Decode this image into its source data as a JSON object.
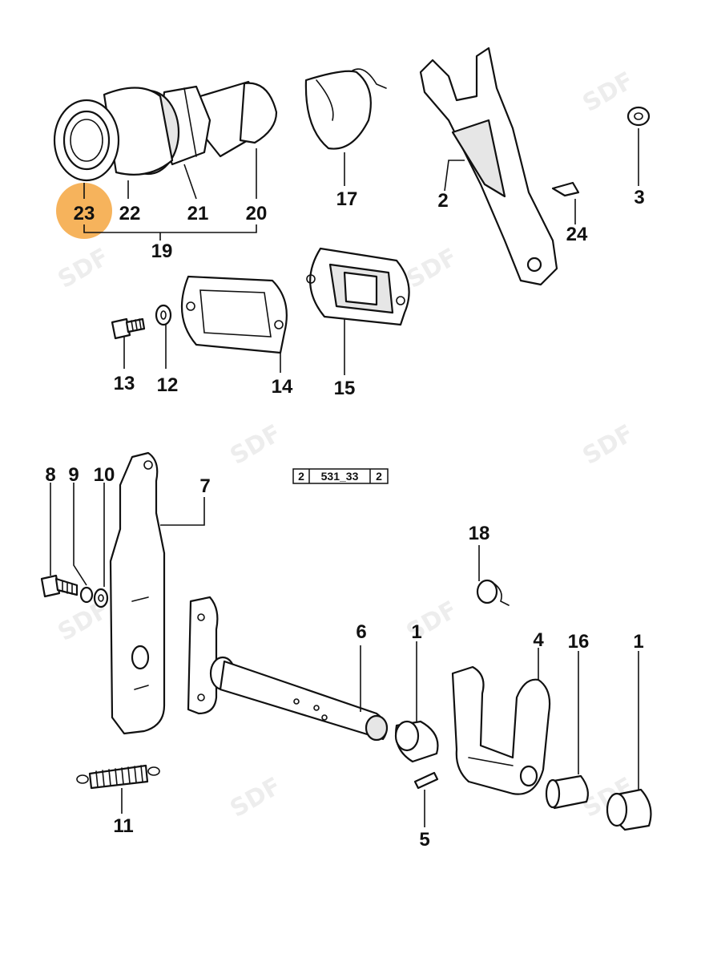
{
  "highlight_color": "#f4a640",
  "line_color": "#111111",
  "watermark": "SDF",
  "diagram_code": {
    "part1": "2",
    "part2": "531_33",
    "part3": "2"
  },
  "labels": {
    "p23": "23",
    "p22": "22",
    "p21": "21",
    "p20": "20",
    "p19": "19",
    "p17": "17",
    "p2": "2",
    "p24": "24",
    "p3": "3",
    "p13": "13",
    "p12": "12",
    "p14": "14",
    "p15": "15",
    "p8": "8",
    "p9": "9",
    "p10": "10",
    "p7": "7",
    "p18": "18",
    "p6": "6",
    "p1a": "1",
    "p4": "4",
    "p16": "16",
    "p1b": "1",
    "p11": "11",
    "p5": "5"
  },
  "highlighted_part": "23"
}
